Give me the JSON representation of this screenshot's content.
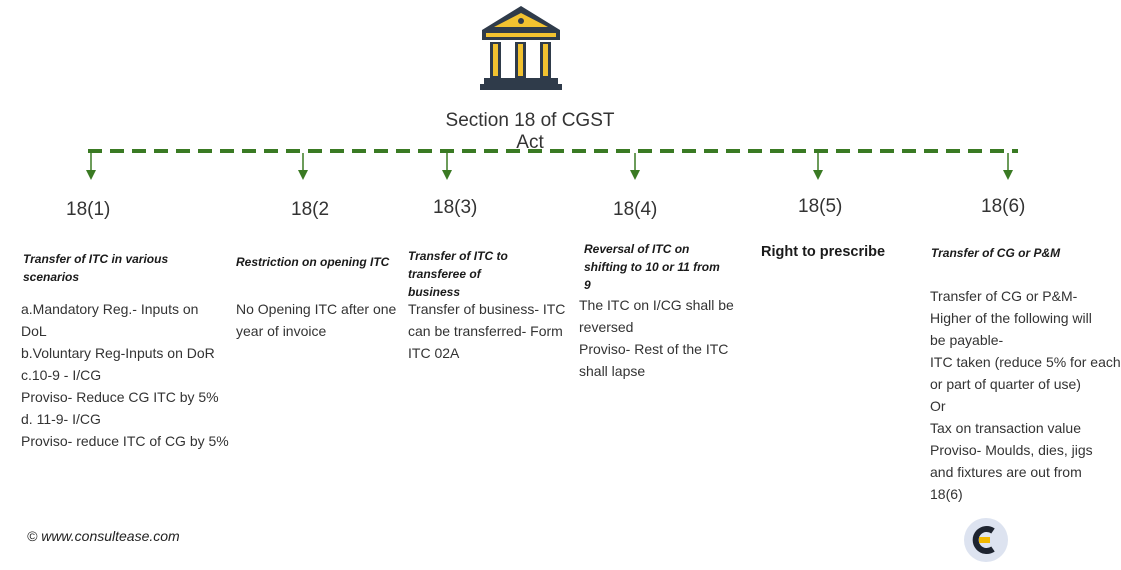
{
  "title": "Section 18 of CGST Act",
  "footer": "© www.consultease.com",
  "colors": {
    "line": "#3a7a23",
    "icon_pillar": "#2f3b4a",
    "icon_gold": "#f2c230",
    "logo_bg": "#dde3f0",
    "logo_fg": "#1e2430",
    "logo_accent": "#f2b800"
  },
  "icons": {
    "top": "courthouse-icon",
    "bottom": "consultease-logo-icon"
  },
  "sections": [
    {
      "number": "18(1)",
      "heading": "Transfer of ITC in various scenarios",
      "lines": [
        "a.Mandatory Reg.- Inputs on",
        "DoL",
        "b.Voluntary Reg-Inputs on DoR",
        "c.10-9 - I/CG",
        "Proviso- Reduce CG ITC by 5%",
        "d. 11-9- I/CG",
        "Proviso- reduce ITC of CG by 5%"
      ]
    },
    {
      "number": "18(2",
      "heading": "Restriction on opening ITC",
      "lines": [
        "No Opening ITC after one",
        "year of invoice"
      ]
    },
    {
      "number": "18(3)",
      "heading": "Transfer of ITC to transferee of business",
      "lines": [
        "Transfer of business- ITC",
        "can be transferred- Form",
        "ITC 02A"
      ]
    },
    {
      "number": "18(4)",
      "heading": "Reversal of ITC on shifting to 10 or 11 from 9",
      "lines": [
        "The ITC on I/CG shall be",
        "reversed",
        "Proviso-  Rest of the ITC",
        "shall lapse"
      ]
    },
    {
      "number": "18(5)",
      "heading": "Right to prescribe",
      "lines": []
    },
    {
      "number": "18(6)",
      "heading": "Transfer of CG or P&M",
      "lines": [
        "Transfer of CG or P&M-",
        "Higher of the following will",
        "be payable-",
        "ITC taken (reduce 5% for each",
        "or part of quarter of use)",
        "Or",
        "Tax on transaction value",
        "Proviso- Moulds, dies, jigs",
        "and fixtures are out from",
        "18(6)"
      ]
    }
  ]
}
